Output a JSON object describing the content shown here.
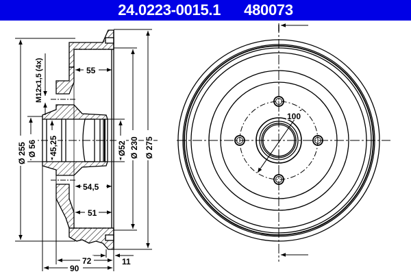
{
  "header": {
    "part_number": "24.0223-0015.1",
    "ref_number": "480073",
    "background_color": "#0000e6",
    "text_color": "#ffffff"
  },
  "side_view": {
    "dimensions": {
      "thread": "M12x1,5 (4x)",
      "dia_255": "Ø 255",
      "dia_56": "Ø 56",
      "dia_45_25": "45,25",
      "dia_52": "Ø52",
      "dia_230": "Ø 230",
      "dia_275": "Ø 275",
      "depth_55": "55",
      "depth_54_5": "54,5",
      "depth_51": "51",
      "width_72": "72",
      "width_90": "90",
      "width_11": "11"
    }
  },
  "front_view": {
    "dimensions": {
      "bolt_circle": "100"
    },
    "bolt_holes": 4
  }
}
